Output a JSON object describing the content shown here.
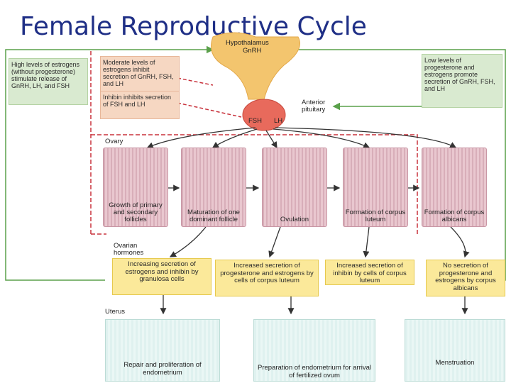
{
  "title": "Female Reproductive Cycle",
  "hypothalamus": {
    "label": "Hypothalamus",
    "hormone": "GnRH"
  },
  "pituitary": {
    "label": "Anterior pituitary",
    "fsh": "FSH",
    "lh": "LH"
  },
  "feedback": {
    "high_estrogen": "High levels of estrogens (without progesterone) stimulate release of GnRH, LH, and FSH",
    "moderate_estrogen": "Moderate levels of estrogens inhibit secretion of GnRH, FSH, and LH",
    "inhibin": "Inhibin inhibits secretion of FSH and LH",
    "low_levels": "Low levels of progesterone and estrogens promote secretion of GnRH, FSH, and LH"
  },
  "ovary_label": "Ovary",
  "ovary_stages": [
    "Growth of primary and secondary follicles",
    "Maturation of one dominant follicle",
    "Ovulation",
    "Formation of corpus luteum",
    "Formation of corpus albicans"
  ],
  "ovarian_hormones_label": "Ovarian hormones",
  "hormone_boxes": [
    "Increasing secretion of estrogens and inhibin by granulosa cells",
    "Increased secretion of progesterone and estrogens by cells of corpus luteum",
    "Increased secretion of inhibin by cells of corpus luteum",
    "No secretion of progesterone and estrogens by corpus albicans"
  ],
  "uterus_label": "Uterus",
  "uterus_stages": [
    "Repair and proliferation of endometrium",
    "Preparation of endometrium for arrival of fertilized ovum",
    "Menstruation"
  ],
  "colors": {
    "title": "#1f2f86",
    "green_line": "#5aa04a",
    "red_dashed": "#c8323c",
    "arrow": "#333333"
  }
}
